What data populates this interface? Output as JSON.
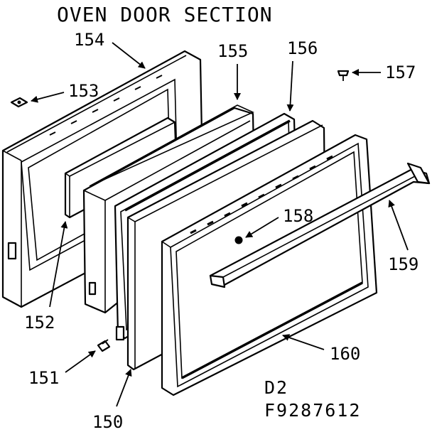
{
  "title": "OVEN DOOR SECTION",
  "parts": [
    {
      "id": "150",
      "label": "150"
    },
    {
      "id": "151",
      "label": "151"
    },
    {
      "id": "152",
      "label": "152"
    },
    {
      "id": "153",
      "label": "153"
    },
    {
      "id": "154",
      "label": "154"
    },
    {
      "id": "155",
      "label": "155"
    },
    {
      "id": "156",
      "label": "156"
    },
    {
      "id": "157",
      "label": "157"
    },
    {
      "id": "158",
      "label": "158"
    },
    {
      "id": "159",
      "label": "159"
    },
    {
      "id": "160",
      "label": "160"
    }
  ],
  "diagram_code": {
    "line1": "D2",
    "line2": "F9287612"
  }
}
